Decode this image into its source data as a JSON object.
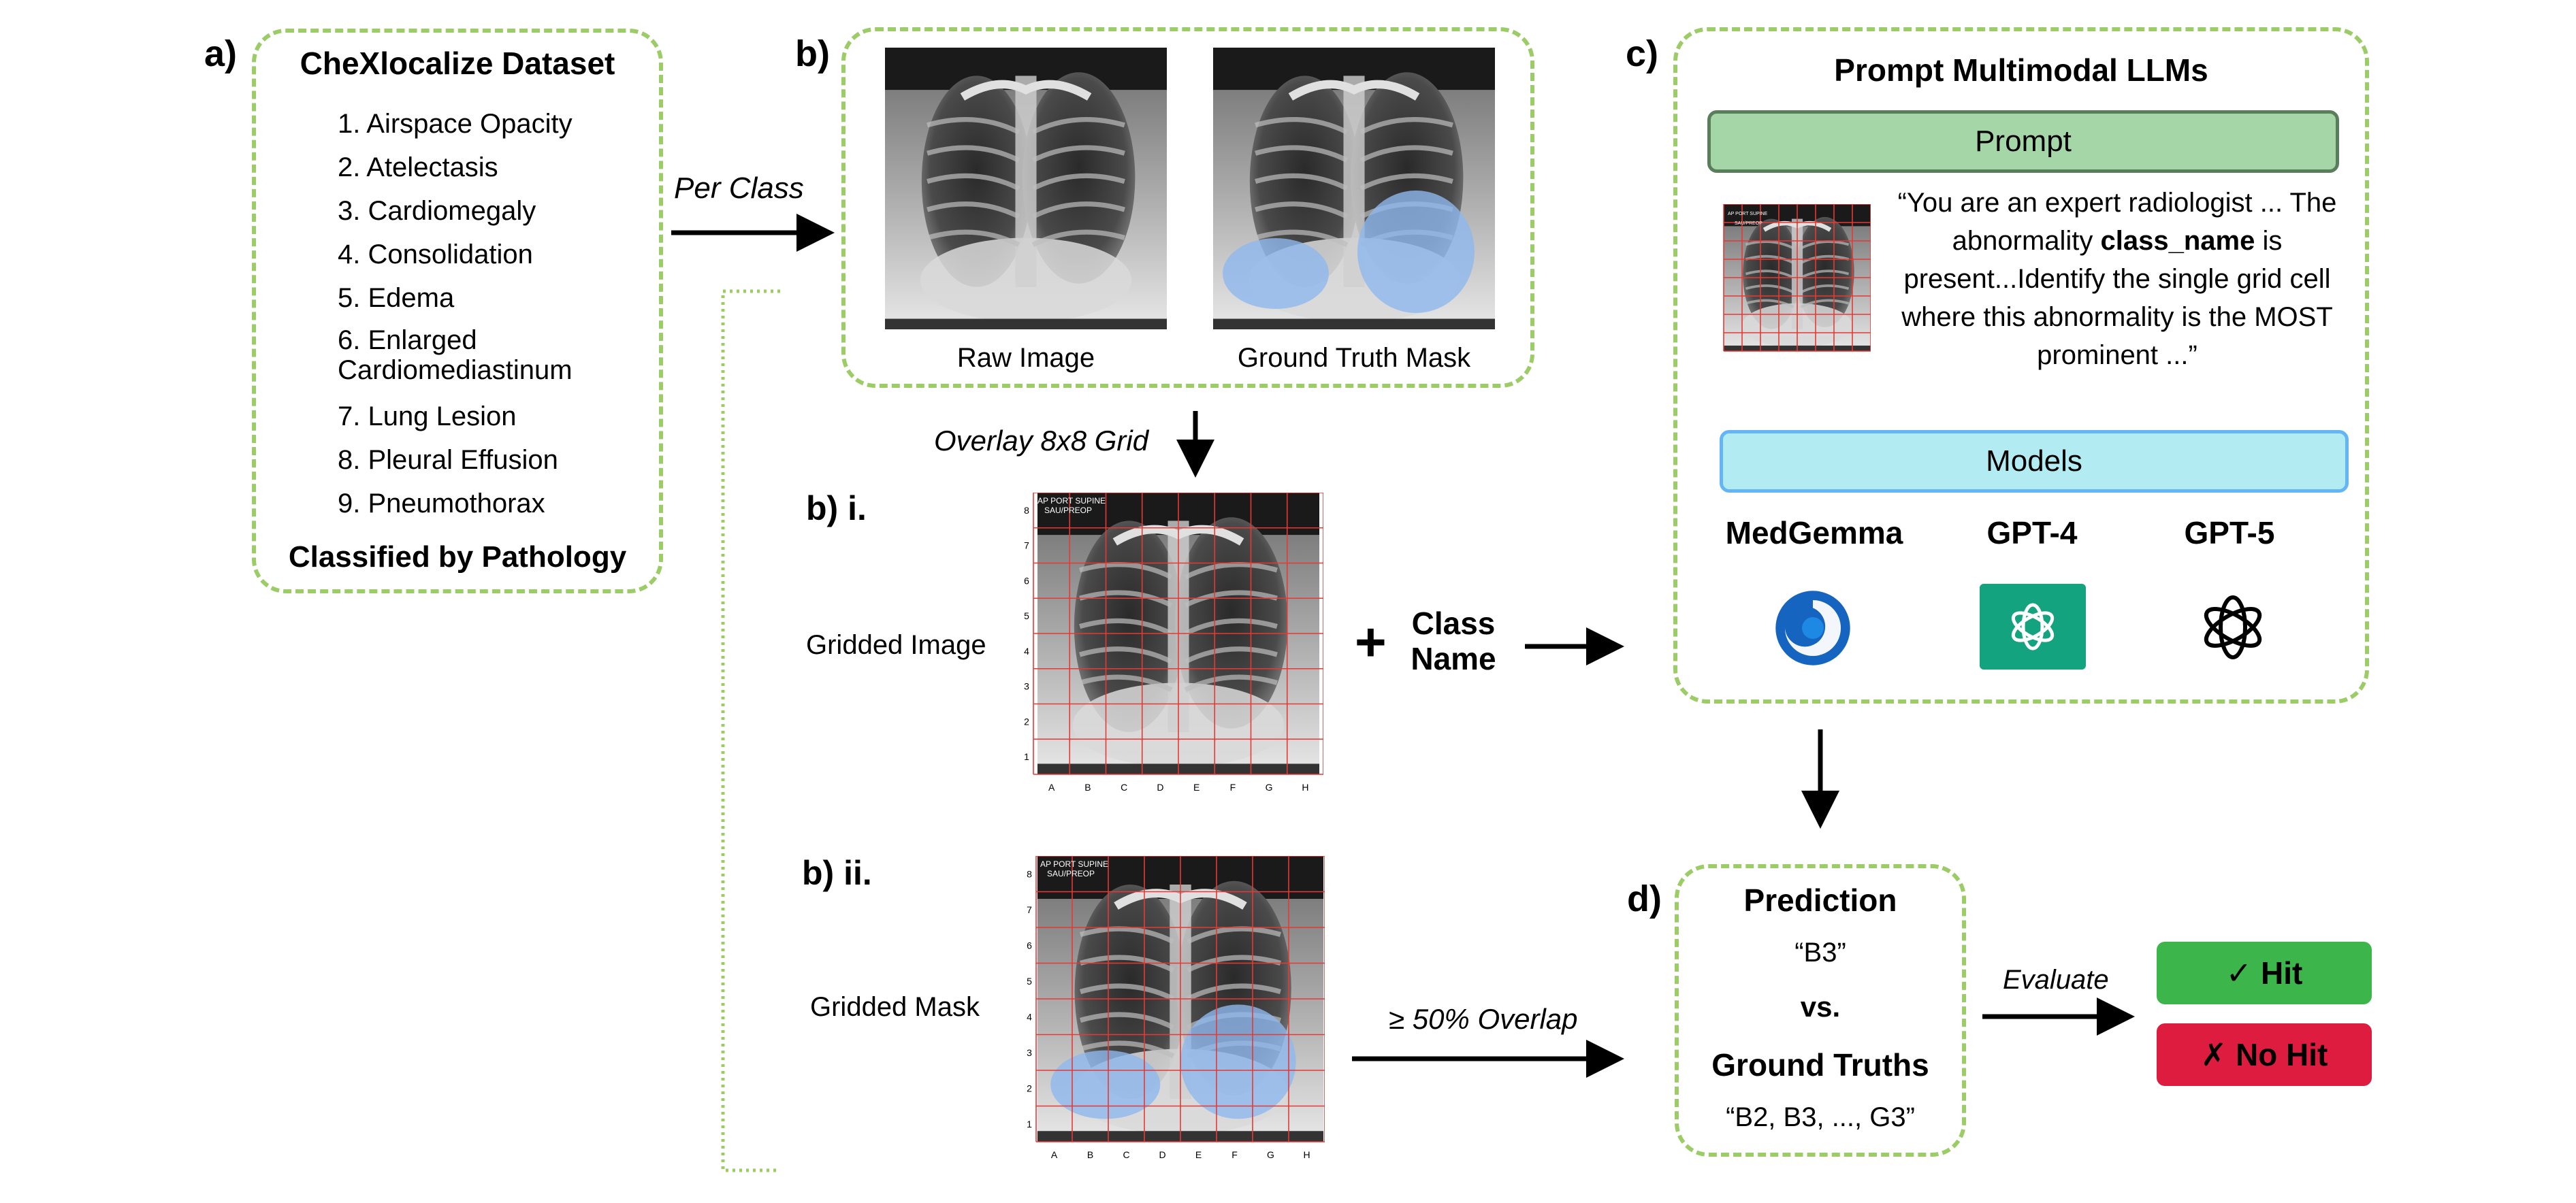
{
  "panel_a": {
    "label": "a)",
    "title": "CheXlocalize Dataset",
    "classes": [
      "1. Airspace Opacity",
      "2. Atelectasis",
      "3. Cardiomegaly",
      "4. Consolidation",
      "5. Edema",
      "6. Enlarged\nCardiomediastinum",
      "7. Lung Lesion",
      "8. Pleural Effusion",
      "9. Pneumothorax"
    ],
    "footer": "Classified by Pathology"
  },
  "arrow_per_class": "Per Class",
  "panel_b": {
    "label": "b)",
    "raw_caption": "Raw Image",
    "mask_caption": "Ground Truth Mask",
    "xray_header": "AP PORT SUPINE\nSAU/PREOP"
  },
  "overlay_label": "Overlay 8x8 Grid",
  "panel_bi": {
    "label": "b) i.",
    "side_label": "Gridded Image",
    "plus": "+",
    "class_name": "Class\nName"
  },
  "panel_bii": {
    "label": "b) ii.",
    "side_label": "Gridded Mask",
    "overlap_label": "≥ 50% Overlap"
  },
  "grid_axes": {
    "cols": [
      "A",
      "B",
      "C",
      "D",
      "E",
      "F",
      "G",
      "H"
    ],
    "rows": [
      "8",
      "7",
      "6",
      "5",
      "4",
      "3",
      "2",
      "1"
    ]
  },
  "panel_c": {
    "label": "c)",
    "title": "Prompt Multimodal LLMs",
    "prompt_bar": "Prompt",
    "prompt_before": "“You are an expert radiologist ... The abnormality ",
    "prompt_bold": "class_name",
    "prompt_after": " is present...Identify the single grid cell where this abnormality is the MOST prominent ...”",
    "models_bar": "Models",
    "models": [
      "MedGemma",
      "GPT-4",
      "GPT-5"
    ]
  },
  "panel_d": {
    "label": "d)",
    "prediction_title": "Prediction",
    "prediction_value": "“B3”",
    "vs": "vs.",
    "gt_title": "Ground Truths",
    "gt_value": "“B2, B3, ..., G3”"
  },
  "evaluate_label": "Evaluate",
  "hit_label": "✓ Hit",
  "nohit_label": "✗ No Hit",
  "colors": {
    "panel_border": "#9ccc65",
    "prompt_bar_fill": "#a5d6a7",
    "prompt_bar_border": "#5a7d5c",
    "models_bar_fill": "#b2ebf2",
    "models_bar_border": "#64b5f6",
    "hit": "#3cb54a",
    "nohit": "#dd1c3f",
    "grid_line": "#e53935",
    "mask_fill": "#8fb8ec"
  }
}
